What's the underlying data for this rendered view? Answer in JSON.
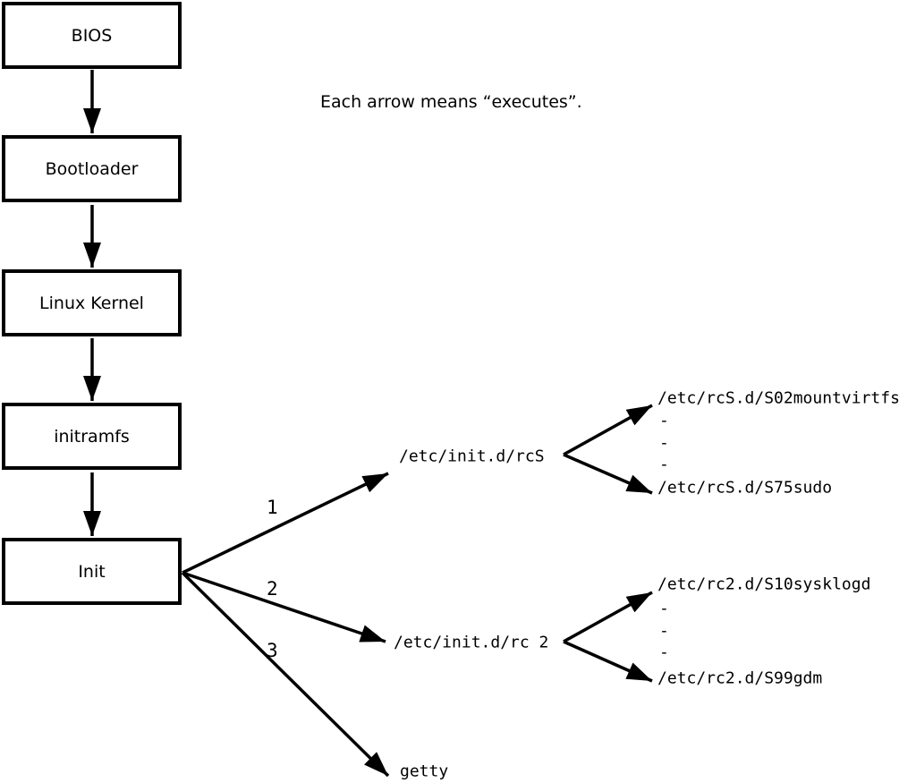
{
  "caption": "Each arrow means “executes”.",
  "boxes": [
    {
      "label": "BIOS"
    },
    {
      "label": "Bootloader"
    },
    {
      "label": "Linux Kernel"
    },
    {
      "label": "initramfs"
    },
    {
      "label": "Init"
    }
  ],
  "arrow_labels": [
    "1",
    "2",
    "3"
  ],
  "targets": {
    "rcS": "/etc/init.d/rcS",
    "rc2": "/etc/init.d/rc 2",
    "getty": "getty"
  },
  "rcS_children": [
    "/etc/rcS.d/S02mountvirtfs",
    "-",
    "-",
    "-",
    "/etc/rcS.d/S75sudo"
  ],
  "rc2_children": [
    "/etc/rc2.d/S10sysklogd",
    "-",
    "-",
    "-",
    "/etc/rc2.d/S99gdm"
  ],
  "colors": {
    "line": "#000000",
    "background": "#ffffff"
  }
}
